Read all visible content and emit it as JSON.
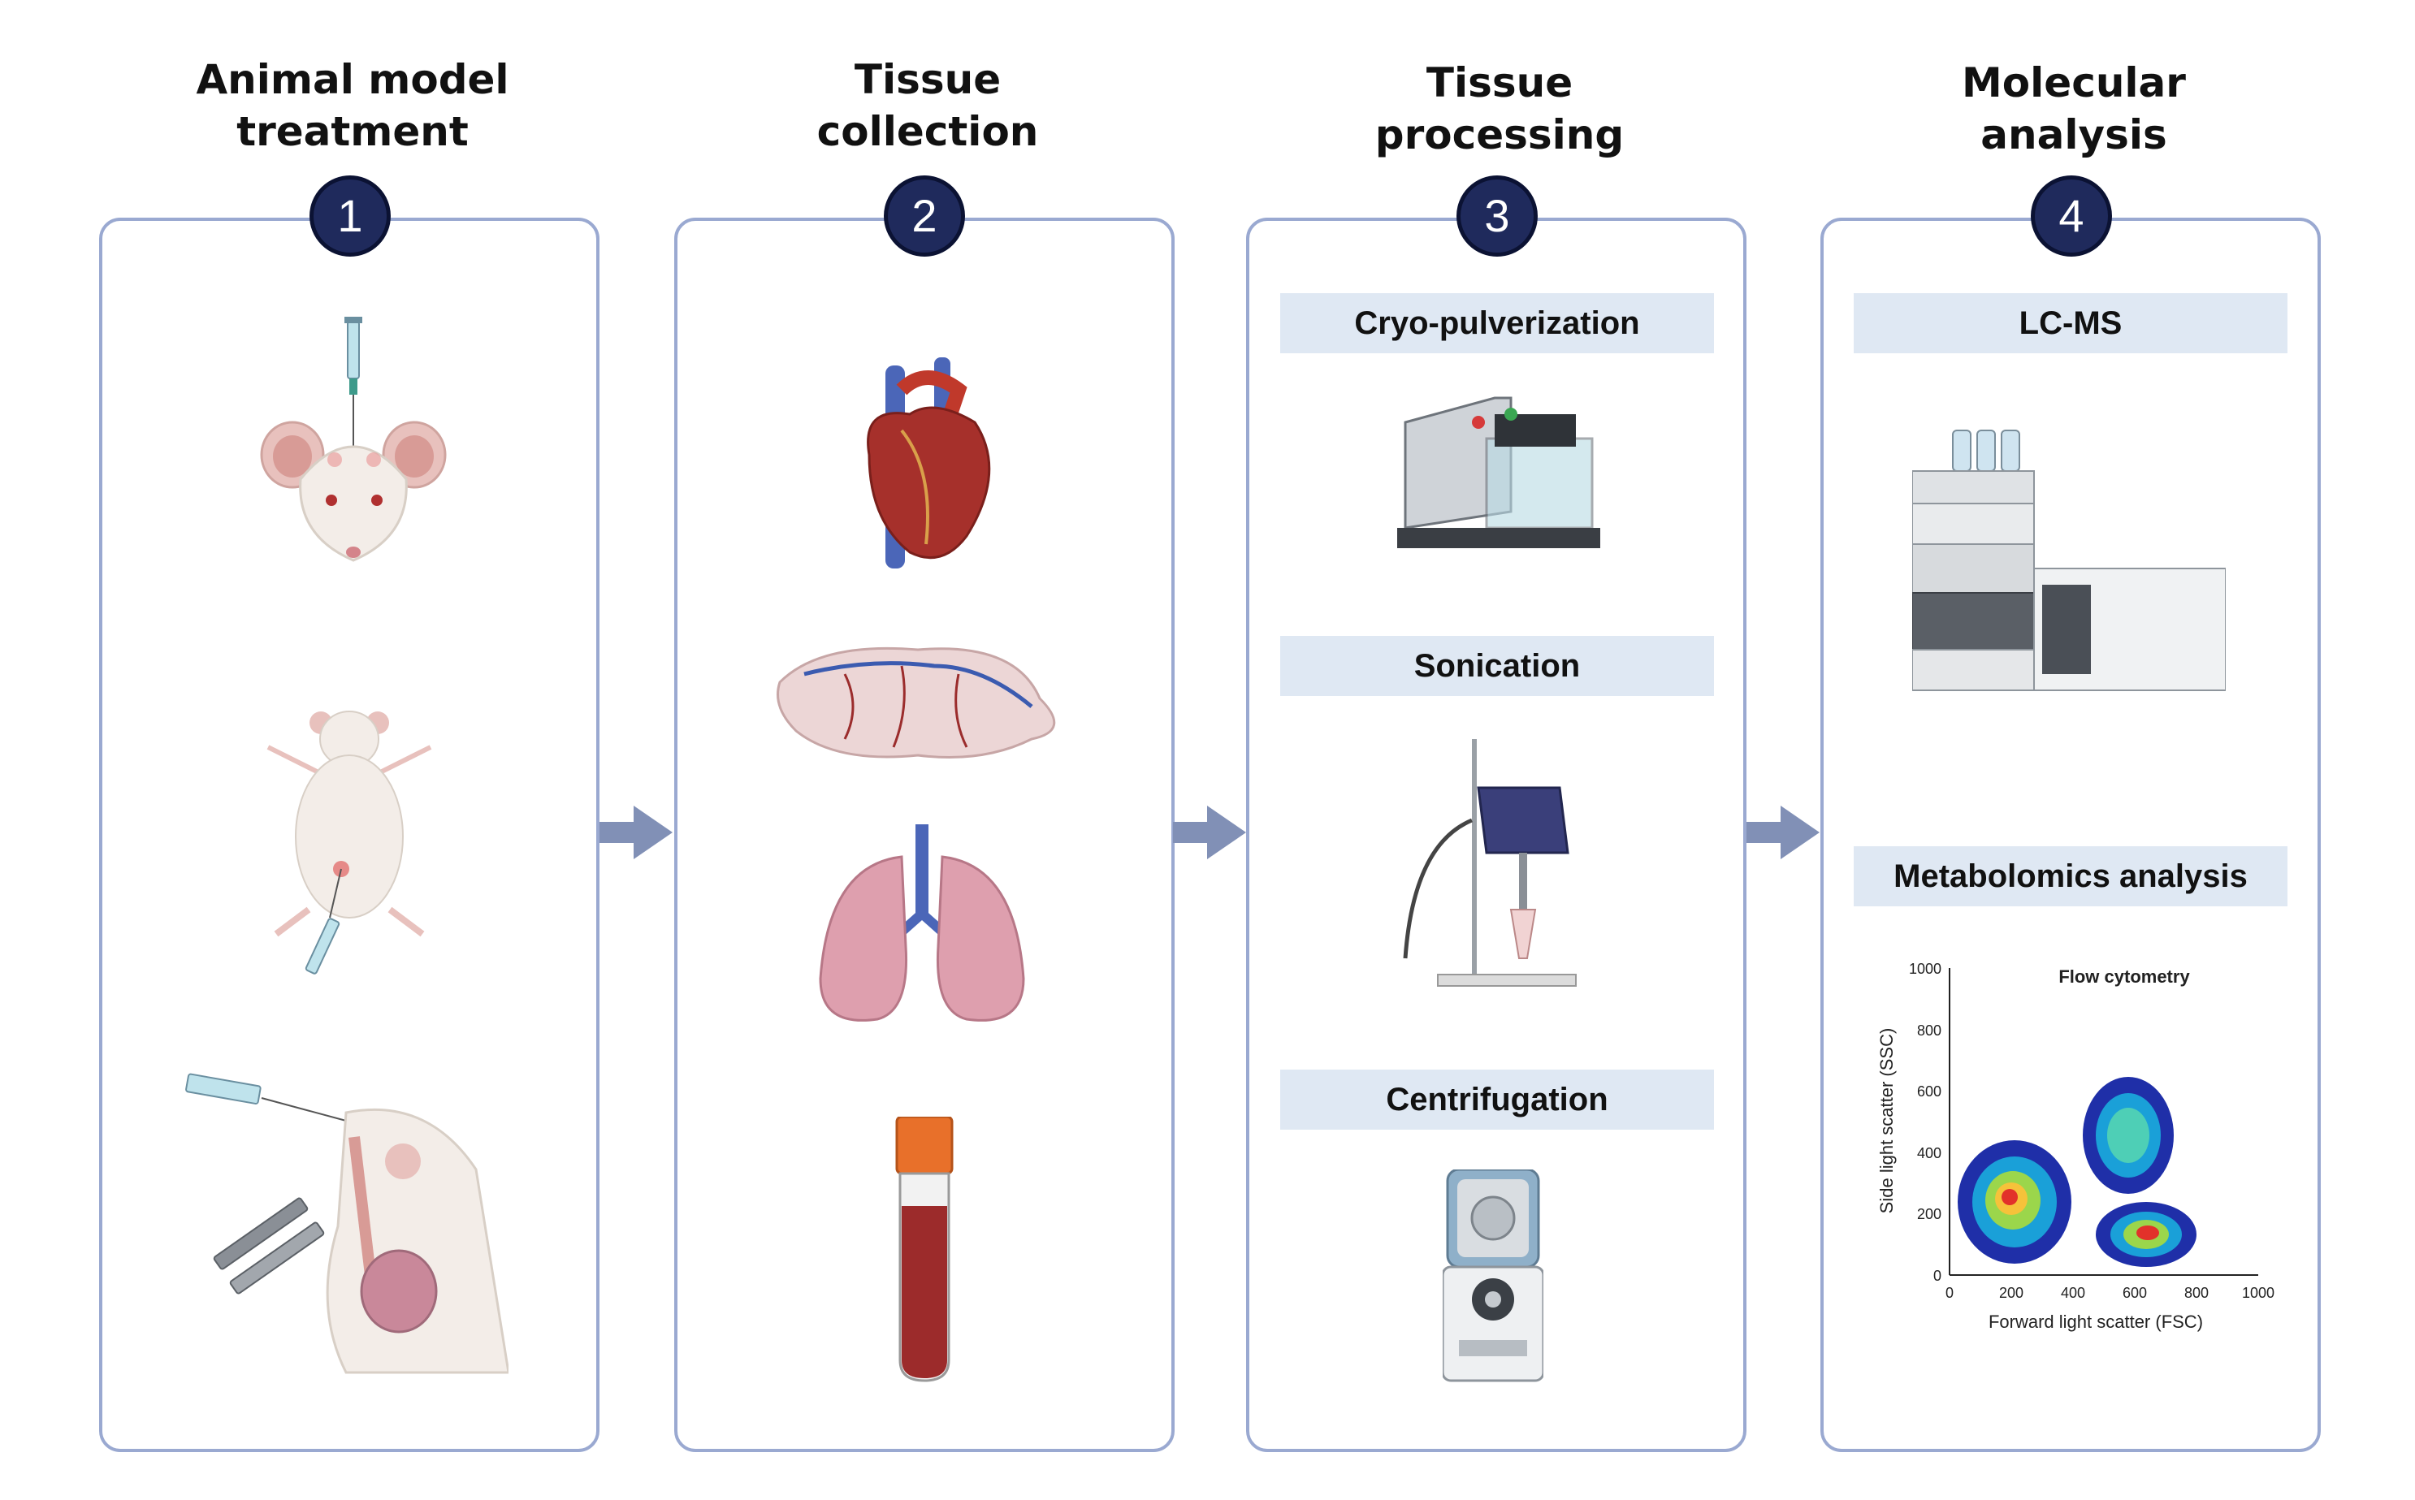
{
  "steps": [
    {
      "number": "1",
      "title_line1": "Animal model",
      "title_line2": "treatment"
    },
    {
      "number": "2",
      "title_line1": "Tissue",
      "title_line2": "collection"
    },
    {
      "number": "3",
      "title_line1": "Tissue",
      "title_line2": "processing"
    },
    {
      "number": "4",
      "title_line1": "Molecular",
      "title_line2": "analysis"
    }
  ],
  "processing": {
    "cryo": "Cryo-pulverization",
    "sonication": "Sonication",
    "centrifugation": "Centrifugation"
  },
  "analysis": {
    "lcms": "LC-MS",
    "metabolomics": "Metabolomics analysis"
  },
  "flow_plot": {
    "title": "Flow cytometry",
    "xlabel": "Forward light scatter (FSC)",
    "ylabel": "Side light scatter (SSC)",
    "xticks": [
      "0",
      "200",
      "400",
      "600",
      "800",
      "1000"
    ],
    "yticks": [
      "0",
      "200",
      "400",
      "600",
      "800",
      "1000"
    ]
  },
  "colors": {
    "panel_border": "#9aa9d1",
    "badge": "#1f2a5c",
    "label_bg": "#dfe8f3",
    "arrow": "#8190b6"
  }
}
